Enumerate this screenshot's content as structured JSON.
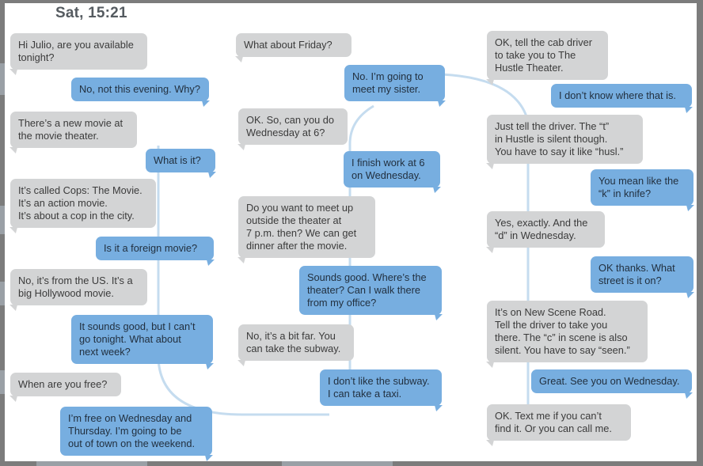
{
  "timestamp": "Sat, 15:21",
  "messages": [
    {
      "side": "gray",
      "text": "Hi Julio, are you available\ntonight?"
    },
    {
      "side": "blue",
      "text": "No, not this evening. Why?"
    },
    {
      "side": "gray",
      "text": "There’s a new movie at\nthe movie theater."
    },
    {
      "side": "blue",
      "text": "What is it?"
    },
    {
      "side": "gray",
      "text": "It’s called Cops: The Movie.\nIt’s an action movie.\nIt’s about a cop in the city."
    },
    {
      "side": "blue",
      "text": "Is it a foreign movie?"
    },
    {
      "side": "gray",
      "text": "No, it’s from the US. It’s a\nbig Hollywood movie."
    },
    {
      "side": "blue",
      "text": "It sounds good, but I can’t\ngo tonight. What about\nnext week?"
    },
    {
      "side": "gray",
      "text": "When are you free?"
    },
    {
      "side": "blue",
      "text": "I’m free on Wednesday and\nThursday. I’m going to be\nout of town on the weekend."
    },
    {
      "side": "gray",
      "text": "What about Friday?"
    },
    {
      "side": "blue",
      "text": "No. I’m going to\nmeet my sister."
    },
    {
      "side": "gray",
      "text": "OK. So, can you do\nWednesday at 6?"
    },
    {
      "side": "blue",
      "text": "I finish work at 6\non Wednesday."
    },
    {
      "side": "gray",
      "text": "Do you want to meet up\noutside the theater at\n7 p.m. then? We can get\ndinner after the movie."
    },
    {
      "side": "blue",
      "text": "Sounds good. Where’s the\ntheater? Can I walk there\nfrom my office?"
    },
    {
      "side": "gray",
      "text": "No, it’s a bit far. You\ncan take the subway."
    },
    {
      "side": "blue",
      "text": "I don’t like the subway.\nI can take a taxi."
    },
    {
      "side": "gray",
      "text": "OK, tell the cab driver\nto take you to The\nHustle Theater."
    },
    {
      "side": "blue",
      "text": "I don’t know where that is."
    },
    {
      "side": "gray",
      "text": "Just tell the driver. The “t”\nin Hustle is silent though.\nYou have to say it like “husl.”"
    },
    {
      "side": "blue",
      "text": "You mean like the\n“k” in knife?"
    },
    {
      "side": "gray",
      "text": "Yes, exactly. And the\n“d” in Wednesday."
    },
    {
      "side": "blue",
      "text": "OK thanks. What\nstreet is it on?"
    },
    {
      "side": "gray",
      "text": "It’s on New Scene Road.\nTell the driver to take you\nthere. The “c” in scene is also\nsilent. You have to say “seen.”"
    },
    {
      "side": "blue",
      "text": "Great. See you on Wednesday."
    },
    {
      "side": "gray",
      "text": "OK. Text me if you can’t\nfind it. Or you can call me."
    }
  ],
  "colors": {
    "gray_bubble": "#d3d4d5",
    "blue_bubble": "#77aee0",
    "thread_line": "#c5dcef",
    "timestamp": "#555b60"
  }
}
